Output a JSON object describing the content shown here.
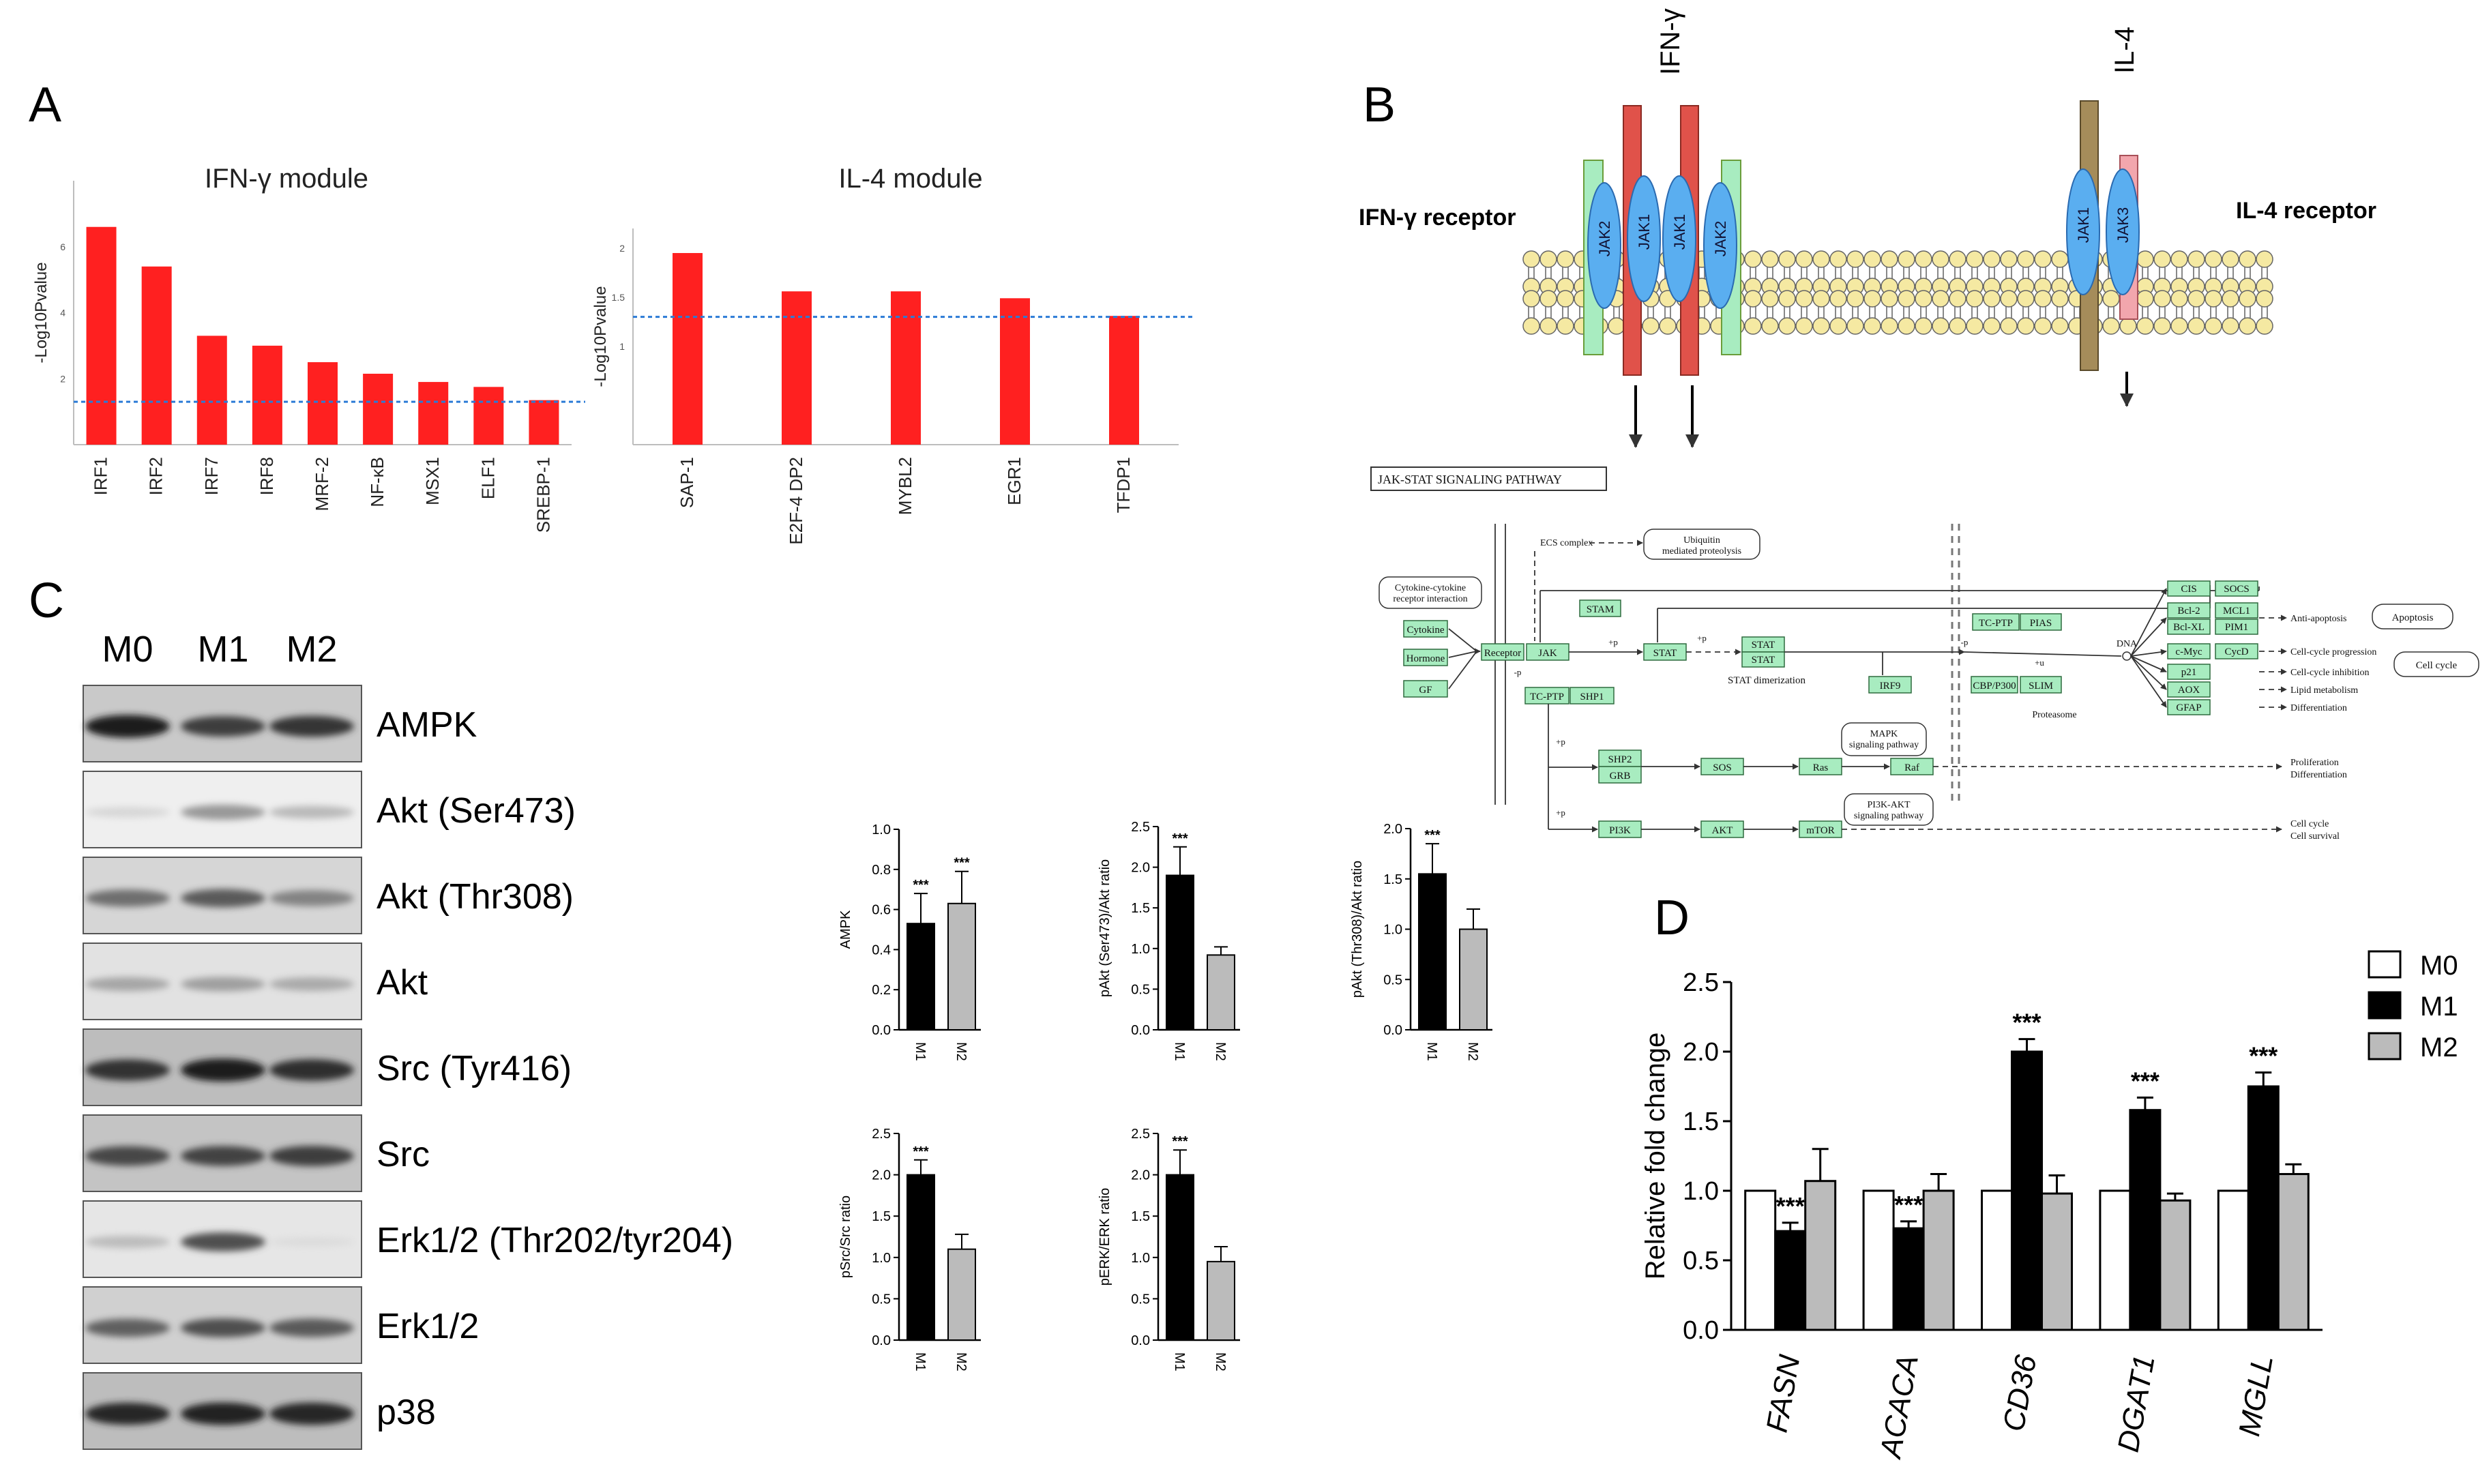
{
  "panel_labels": {
    "a": "A",
    "b": "B",
    "c": "C",
    "d": "D"
  },
  "chart_data": [
    {
      "id": "a1",
      "type": "bar",
      "title": "IFN-γ module",
      "ylabel": "-Log10Pvalue",
      "categories": [
        "IRF1",
        "IRF2",
        "IRF7",
        "IRF8",
        "MRF-2",
        "NF-κB",
        "MSX1",
        "ELF1",
        "SREBP-1"
      ],
      "values": [
        6.6,
        5.4,
        3.3,
        3.0,
        2.5,
        2.15,
        1.9,
        1.75,
        1.35
      ],
      "ylim": [
        0,
        8
      ],
      "yticks": [
        "2",
        "4",
        "6"
      ],
      "threshold": 1.3,
      "color": "#ff2020",
      "threshold_color": "#2b7bd6"
    },
    {
      "id": "a2",
      "type": "bar",
      "title": "IL-4 module",
      "ylabel": "-Log10Pvalue",
      "categories": [
        "SAP-1",
        "E2F-4 DP2",
        "MYBL2",
        "EGR1",
        "TFDP1"
      ],
      "values": [
        1.95,
        1.56,
        1.56,
        1.49,
        1.31
      ],
      "ylim": [
        0,
        2.2
      ],
      "yticks": [
        "1",
        "1.5",
        "2"
      ],
      "threshold": 1.3,
      "color": "#ff2020",
      "threshold_color": "#2b7bd6"
    },
    {
      "id": "c1",
      "type": "bar",
      "ylabel": "AMPK",
      "categories": [
        "M1",
        "M2"
      ],
      "values": [
        0.53,
        0.63
      ],
      "errors": [
        0.15,
        0.16
      ],
      "sig": [
        "***",
        "***"
      ],
      "ylim": [
        0,
        1.0
      ],
      "yticks": [
        "0.0",
        "0.2",
        "0.4",
        "0.6",
        "0.8",
        "1.0"
      ],
      "colors": [
        "#000000",
        "#bbbbbb"
      ]
    },
    {
      "id": "c2",
      "type": "bar",
      "ylabel": "pAkt (Ser473)/Akt ratio",
      "categories": [
        "M1",
        "M2"
      ],
      "values": [
        1.9,
        0.92
      ],
      "errors": [
        0.35,
        0.1
      ],
      "sig": [
        "***",
        ""
      ],
      "ylim": [
        0,
        2.5
      ],
      "yticks": [
        "0.0",
        "0.5",
        "1.0",
        "1.5",
        "2.0",
        "2.5"
      ],
      "colors": [
        "#000000",
        "#bbbbbb"
      ]
    },
    {
      "id": "c3",
      "type": "bar",
      "ylabel": "pAkt (Thr308)/Akt ratio",
      "categories": [
        "M1",
        "M2"
      ],
      "values": [
        1.55,
        1.0
      ],
      "errors": [
        0.3,
        0.2
      ],
      "sig": [
        "***",
        ""
      ],
      "ylim": [
        0,
        2.0
      ],
      "yticks": [
        "0.0",
        "0.5",
        "1.0",
        "1.5",
        "2.0"
      ],
      "colors": [
        "#000000",
        "#bbbbbb"
      ]
    },
    {
      "id": "c4",
      "type": "bar",
      "ylabel": "pSrc/Src ratio",
      "categories": [
        "M1",
        "M2"
      ],
      "values": [
        2.0,
        1.1
      ],
      "errors": [
        0.18,
        0.18
      ],
      "sig": [
        "***",
        ""
      ],
      "ylim": [
        0,
        2.5
      ],
      "yticks": [
        "0.0",
        "0.5",
        "1.0",
        "1.5",
        "2.0",
        "2.5"
      ],
      "colors": [
        "#000000",
        "#bbbbbb"
      ]
    },
    {
      "id": "c5",
      "type": "bar",
      "ylabel": "pERK/ERK ratio",
      "categories": [
        "M1",
        "M2"
      ],
      "values": [
        2.0,
        0.95
      ],
      "errors": [
        0.3,
        0.18
      ],
      "sig": [
        "***",
        ""
      ],
      "ylim": [
        0,
        2.5
      ],
      "yticks": [
        "0.0",
        "0.5",
        "1.0",
        "1.5",
        "2.0",
        "2.5"
      ],
      "colors": [
        "#000000",
        "#bbbbbb"
      ]
    },
    {
      "id": "d",
      "type": "bar",
      "ylabel": "Relative fold change",
      "categories": [
        "FASN",
        "ACACA",
        "CD36",
        "DGAT1",
        "MGLL"
      ],
      "series": [
        {
          "name": "M0",
          "values": [
            1.0,
            1.0,
            1.0,
            1.0,
            1.0
          ],
          "errors": [
            0,
            0,
            0,
            0,
            0
          ],
          "color": "#ffffff"
        },
        {
          "name": "M1",
          "values": [
            0.71,
            0.73,
            2.0,
            1.58,
            1.75
          ],
          "errors": [
            0.06,
            0.05,
            0.09,
            0.09,
            0.1
          ],
          "color": "#000000"
        },
        {
          "name": "M2",
          "values": [
            1.07,
            1.0,
            0.98,
            0.93,
            1.12
          ],
          "errors": [
            0.23,
            0.12,
            0.13,
            0.05,
            0.07
          ],
          "color": "#bbbbbb"
        }
      ],
      "sig": [
        "***",
        "***",
        "***",
        "***",
        "***"
      ],
      "ylim": [
        0,
        2.5
      ],
      "yticks": [
        "0.0",
        "0.5",
        "1.0",
        "1.5",
        "2.0",
        "2.5"
      ],
      "legend": "top-right"
    }
  ],
  "blot": {
    "columns": [
      "M0",
      "M1",
      "M2"
    ],
    "rows": [
      {
        "label": "AMPK",
        "i": [
          0.9,
          0.75,
          0.78
        ],
        "bg": "#c9c9c9"
      },
      {
        "label": "Akt (Ser473)",
        "i": [
          0.12,
          0.42,
          0.28
        ],
        "bg": "#efefef"
      },
      {
        "label": "Akt (Thr308)",
        "i": [
          0.55,
          0.62,
          0.48
        ],
        "bg": "#d6d6d6"
      },
      {
        "label": "Akt",
        "i": [
          0.35,
          0.38,
          0.33
        ],
        "bg": "#e2e2e2"
      },
      {
        "label": "Src (Tyr416)",
        "i": [
          0.8,
          0.9,
          0.82
        ],
        "bg": "#bdbdbd"
      },
      {
        "label": "Src",
        "i": [
          0.7,
          0.72,
          0.74
        ],
        "bg": "#c4c4c4"
      },
      {
        "label": "Erk1/2 (Thr202/tyr204)",
        "i": [
          0.25,
          0.65,
          0.04
        ],
        "bg": "#e6e6e6"
      },
      {
        "label": "Erk1/2",
        "i": [
          0.6,
          0.65,
          0.62
        ],
        "bg": "#d0d0d0"
      },
      {
        "label": "p38",
        "i": [
          0.85,
          0.88,
          0.86
        ],
        "bg": "#bdbdbd"
      }
    ]
  },
  "diagram_b": {
    "ifn_label": "IFN-γ",
    "il4_label": "IL-4",
    "ifn_receptor": "IFN-γ receptor",
    "il4_receptor": "IL-4 receptor",
    "jak_labels": [
      "JAK2",
      "JAK1",
      "JAK1",
      "JAK2",
      "JAK1",
      "JAK3"
    ],
    "pathway_title": "JAK-STAT SIGNALING PATHWAY",
    "green": "#a8ecc0",
    "red": "#e0524a",
    "olive": "#a58c5a",
    "jak_blue": "#5aaef0",
    "lipid": "#f5e9a2",
    "kegg": {
      "ecs_complex": "ECS complex",
      "ubiquitin": [
        "Ubiquitin",
        "mediated proteolysis"
      ],
      "cytokine_interaction": [
        "Cytokine-cytokine",
        "receptor interaction"
      ],
      "cytokine": "Cytokine",
      "hormone": "Hormone",
      "gf": "GF",
      "receptor": "Receptor",
      "jak": "JAK",
      "stam": "STAM",
      "stat_single": "STAT",
      "stat_dimer_1": "STAT",
      "stat_dimer_2": "STAT",
      "stat_dimerization": "STAT dimerization",
      "tc_ptp": "TC-PTP",
      "shp1": "SHP1",
      "tc_ptp2": "TC-PTP",
      "pias": "PIAS",
      "irf9": "IRF9",
      "cbp": "CBP/P300",
      "slim": "SLIM",
      "proteasome": "Proteasome",
      "dna": "DNA",
      "plus_p_1": "+p",
      "plus_p_2": "+p",
      "plus_p_3": "+p",
      "plus_p_4": "+p",
      "minus_p_1": "-p",
      "minus_p_2": "-p",
      "plus_u": "+u",
      "cis": "CIS",
      "socs": "SOCS",
      "bcl2": "Bcl-2",
      "mcl1": "MCL1",
      "bclxl": "Bcl-XL",
      "pim1": "PIM1",
      "cmyc": "c-Myc",
      "cycd": "CycD",
      "p21": "p21",
      "aox": "AOX",
      "gfap": "GFAP",
      "anti_apoptosis": "Anti-apoptosis",
      "apoptosis": "Apoptosis",
      "cell_cycle_progression": "Cell-cycle progression",
      "cell_cycle": "Cell cycle",
      "cell_cycle_inhibition": "Cell-cycle inhibition",
      "lipid_metabolism": "Lipid metabolism",
      "differentiation": "Differentiation",
      "shp2": "SHP2",
      "grb": "GRB",
      "sos": "SOS",
      "ras": "Ras",
      "raf": "Raf",
      "mapk": [
        "MAPK",
        "signaling pathway"
      ],
      "pi3k": "PI3K",
      "akt": "AKT",
      "mtor": "mTOR",
      "pi3k_akt": [
        "PI3K-AKT",
        "signaling pathway"
      ],
      "proliferation": [
        "Proliferation",
        "Differentiation"
      ],
      "cell_survival": [
        "Cell cycle",
        "Cell survival"
      ]
    }
  }
}
